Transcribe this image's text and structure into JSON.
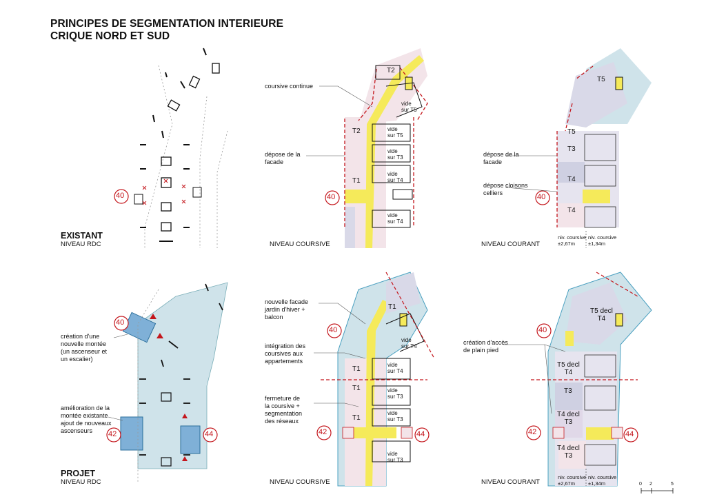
{
  "title": {
    "line1": "PRINCIPES DE SEGMENTATION INTERIEURE",
    "line2": "CRIQUE NORD ET SUD"
  },
  "sections": {
    "existant": {
      "label": "EXISTANT",
      "sublabel": "NIVEAU RDC"
    },
    "projet": {
      "label": "PROJET",
      "sublabel": "NIVEAU RDC"
    },
    "niveau_coursive": "NIVEAU COURSIVE",
    "niveau_courant": "NIVEAU COURANT"
  },
  "callouts": {
    "coursive_continue": "coursive continue",
    "depose_facade_1": [
      "dépose de la",
      "facade"
    ],
    "depose_facade_2": [
      "dépose de la",
      "facade"
    ],
    "depose_cloisons": [
      "dépose cloisons",
      "celliers"
    ],
    "nouvelle_facade": [
      "nouvelle facade",
      "jardin d'hiver +",
      "balcon"
    ],
    "integration": [
      "intégration des",
      "coursives aux",
      "appartements"
    ],
    "fermeture": [
      "fermeture de",
      "la coursive +",
      "segmentation",
      "des réseaux"
    ],
    "creation_montee": [
      "création d'une",
      "nouvelle montée",
      "(un ascenseur et",
      "un escalier)"
    ],
    "amelioration": [
      "amélioration de la",
      "montée existante",
      "ajout de nouveaux",
      "ascenseurs"
    ],
    "creation_acces": [
      "création d'accès",
      "de plain pied"
    ]
  },
  "markers": {
    "m40": "40",
    "m42": "42",
    "m44": "44"
  },
  "rooms": {
    "t1": "T1",
    "t2": "T2",
    "t3": "T3",
    "t4": "T4",
    "t5": "T5",
    "t5decl_t4": [
      "T5 decl",
      "T4"
    ],
    "t4decl_t3": [
      "T4 decl",
      "T3"
    ],
    "vide_t5": [
      "vide",
      "sur T5"
    ],
    "vide_t3": [
      "vide",
      "sur T3"
    ],
    "vide_t4": [
      "vide",
      "sur T4"
    ]
  },
  "levels": {
    "coursive": [
      "niv. coursive",
      "±2,67m"
    ],
    "courant": [
      "niv. coursive",
      "±1,34m"
    ]
  },
  "scale": [
    "0",
    "2",
    "5"
  ],
  "colors": {
    "yellow": "#f5ea5a",
    "blue": "#cfe3ea",
    "pink": "#f3e4e9",
    "red": "#c4161c",
    "lavender": "#d9d9e8"
  }
}
